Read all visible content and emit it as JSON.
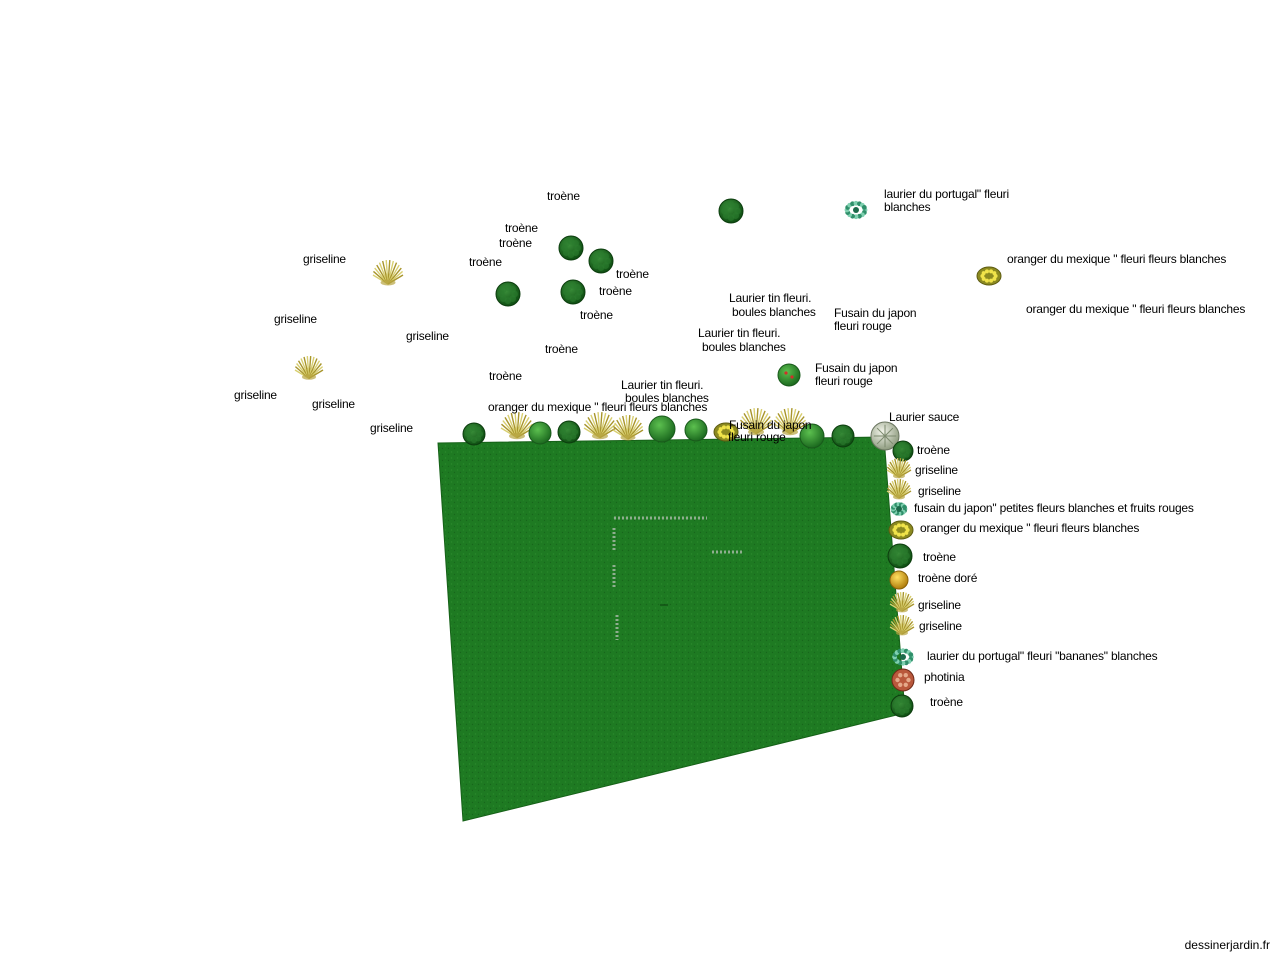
{
  "watermark": "dessinerjardin.fr",
  "labels": [
    "troène",
    "laurier du portugal\" fleuri",
    "blanches",
    "troène",
    "troène",
    "griseline",
    "troène",
    "oranger du mexique \" fleuri fleurs blanches",
    "troène",
    "troène",
    "Laurier tin fleuri.",
    "boules blanches",
    "griseline",
    "troène",
    "Fusain du japon",
    "fleuri rouge",
    "oranger du mexique \" fleuri fleurs blanches",
    "griseline",
    "Laurier tin fleuri.",
    "boules blanches",
    "troène",
    "Fusain du japon",
    "fleuri rouge",
    "troène",
    "Laurier tin fleuri.",
    "boules blanches",
    "griseline",
    "griseline",
    "oranger du mexique \" fleuri fleurs blanches",
    "Laurier sauce",
    "Fusain du japon",
    "fleuri rouge",
    "griseline",
    "troène",
    "griseline",
    "griseline",
    "fusain du japon\" petites fleurs blanches et fruits rouges",
    "oranger du mexique \" fleuri fleurs blanches",
    "troène",
    "troène doré",
    "griseline",
    "griseline",
    "laurier du portugal\" fleuri \"bananes\" blanches",
    "photinia",
    "troène"
  ],
  "colors": {
    "lawn": "#1e7a22",
    "lawn_dark": "#17661b",
    "troene": "#1a6a1e",
    "griseline": "#c6b84a",
    "laurier_portugal": "#2f8f6a",
    "oranger": "#c9c23a",
    "fusain": "#3a9a35",
    "troene_dore": "#e0b11e",
    "photinia": "#c0654a",
    "laurier_sauce": "#cfd6c0"
  },
  "plant_icons": [
    "troene-icon",
    "griseline-icon",
    "laurier-portugal-icon",
    "oranger-icon",
    "fusain-icon",
    "troene-dore-icon",
    "photinia-icon",
    "laurier-sauce-icon"
  ]
}
